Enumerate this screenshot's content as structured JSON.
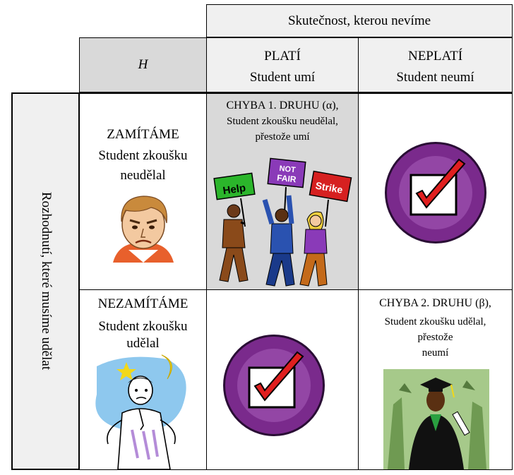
{
  "header": {
    "reality_title": "Skutečnost, kterou nevíme",
    "h_label": "H",
    "col_valid": "PLATÍ",
    "col_valid_sub": "Student umí",
    "col_invalid": "NEPLATÍ",
    "col_invalid_sub": "Student neumí"
  },
  "side": {
    "decision_label": "Rozhodnutí, které musíme udělat"
  },
  "rows": {
    "reject": {
      "title": "ZAMÍTÁME",
      "line1": "Student zkoušku",
      "line2": "neudělal"
    },
    "accept": {
      "title": "NEZAMÍTÁME",
      "line1": "Student zkoušku",
      "line2": "udělal"
    }
  },
  "errors": {
    "type1": {
      "title": "CHYBA 1. DRUHU (α),",
      "line1": "Student zkoušku neudělal,",
      "line2": "přestože umí"
    },
    "type2": {
      "title": "CHYBA 2. DRUHU (β),",
      "line1": "Student zkoušku udělal,",
      "line2": "přestože",
      "line3": "neumí"
    }
  },
  "signs": {
    "help": "Help",
    "notfair1": "NOT",
    "notfair2": "FAIR",
    "strike": "Strike"
  },
  "colors": {
    "header_gray": "#f0f0f0",
    "h_cell_gray": "#d9d9d9",
    "error1_bg": "#d9d9d9",
    "error2_bg": "#e6e6e6",
    "check_purple": "#7a2a8c",
    "check_red": "#e01f1f"
  }
}
